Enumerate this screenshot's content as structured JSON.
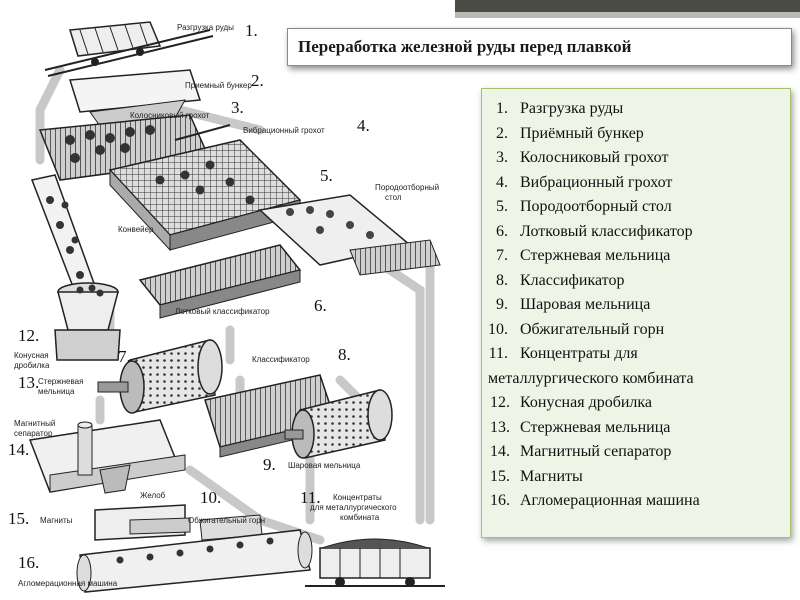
{
  "slide": {
    "title": "Переработка железной руды перед плавкой"
  },
  "legend": {
    "items": [
      {
        "num": "1.",
        "text": "Разгрузка руды"
      },
      {
        "num": "2.",
        "text": "Приёмный бункер"
      },
      {
        "num": "3.",
        "text": "Колосниковый грохот"
      },
      {
        "num": "4.",
        "text": "Вибрационный грохот"
      },
      {
        "num": "5.",
        "text": "Породоотборный стол"
      },
      {
        "num": "6.",
        "text": "Лотковый классификатор"
      },
      {
        "num": "7.",
        "text": "Стержневая мельница"
      },
      {
        "num": "8.",
        "text": "Классификатор"
      },
      {
        "num": "9.",
        "text": "Шаровая мельница"
      },
      {
        "num": "10.",
        "text": "Обжигательный горн"
      },
      {
        "num": "11.",
        "text": "Концентраты для",
        "text2": "металлургического комбината"
      },
      {
        "num": "12.",
        "text": "Конусная дробилка"
      },
      {
        "num": "13.",
        "text": "Стержневая мельница"
      },
      {
        "num": "14.",
        "text": "Магнитный сепаратор"
      },
      {
        "num": "15.",
        "text": "Магниты"
      },
      {
        "num": "16.",
        "text": "Агломерационная машина"
      }
    ]
  },
  "diagram": {
    "labels": {
      "unloading": "Разгрузка руды",
      "bunker": "Приемный бункер",
      "grate": "Колосниковый грохот",
      "vibro": "Вибрационный грохот",
      "table1": "Породоотборный",
      "table2": "стол",
      "conveyor": "Конвейер",
      "trough": "Лотковый классификатор",
      "cone1": "Конусная",
      "cone2": "дробилка",
      "rod1": "Стержневая",
      "rod2": "мельница",
      "classifier": "Классификатор",
      "magsep1": "Магнитный",
      "magsep2": "сепаратор",
      "chute": "Желоб",
      "ball": "Шаровая мельница",
      "magnets": "Магниты",
      "kiln": "Обжигательный горн",
      "conc1": "Концентраты",
      "conc2": "для металлургического",
      "conc3": "комбината",
      "sinter": "Агломерационная машина"
    },
    "numbers": {
      "n1": "1.",
      "n2": "2.",
      "n3": "3.",
      "n4": "4.",
      "n5": "5.",
      "n6": "6.",
      "n7": "7.",
      "n8": "8.",
      "n9": "9.",
      "n10": "10.",
      "n11": "11.",
      "n12": "12.",
      "n13": "13.",
      "n14": "14.",
      "n15": "15.",
      "n16": "16."
    }
  }
}
